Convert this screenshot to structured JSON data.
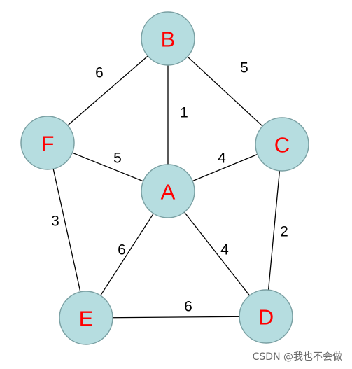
{
  "graph": {
    "nodes": [
      {
        "id": "B",
        "label": "B"
      },
      {
        "id": "F",
        "label": "F"
      },
      {
        "id": "C",
        "label": "C"
      },
      {
        "id": "A",
        "label": "A"
      },
      {
        "id": "E",
        "label": "E"
      },
      {
        "id": "D",
        "label": "D"
      }
    ],
    "edges": [
      {
        "from": "B",
        "to": "F",
        "weight": "6"
      },
      {
        "from": "B",
        "to": "C",
        "weight": "5"
      },
      {
        "from": "B",
        "to": "A",
        "weight": "1"
      },
      {
        "from": "F",
        "to": "A",
        "weight": "5"
      },
      {
        "from": "A",
        "to": "C",
        "weight": "4"
      },
      {
        "from": "F",
        "to": "E",
        "weight": "3"
      },
      {
        "from": "C",
        "to": "D",
        "weight": "2"
      },
      {
        "from": "A",
        "to": "E",
        "weight": "6"
      },
      {
        "from": "A",
        "to": "D",
        "weight": "4"
      },
      {
        "from": "E",
        "to": "D",
        "weight": "6"
      }
    ],
    "node_fill": "#b6dde0",
    "node_label_color": "#ff0000"
  },
  "watermark": {
    "text": "CSDN @我也不会做"
  }
}
